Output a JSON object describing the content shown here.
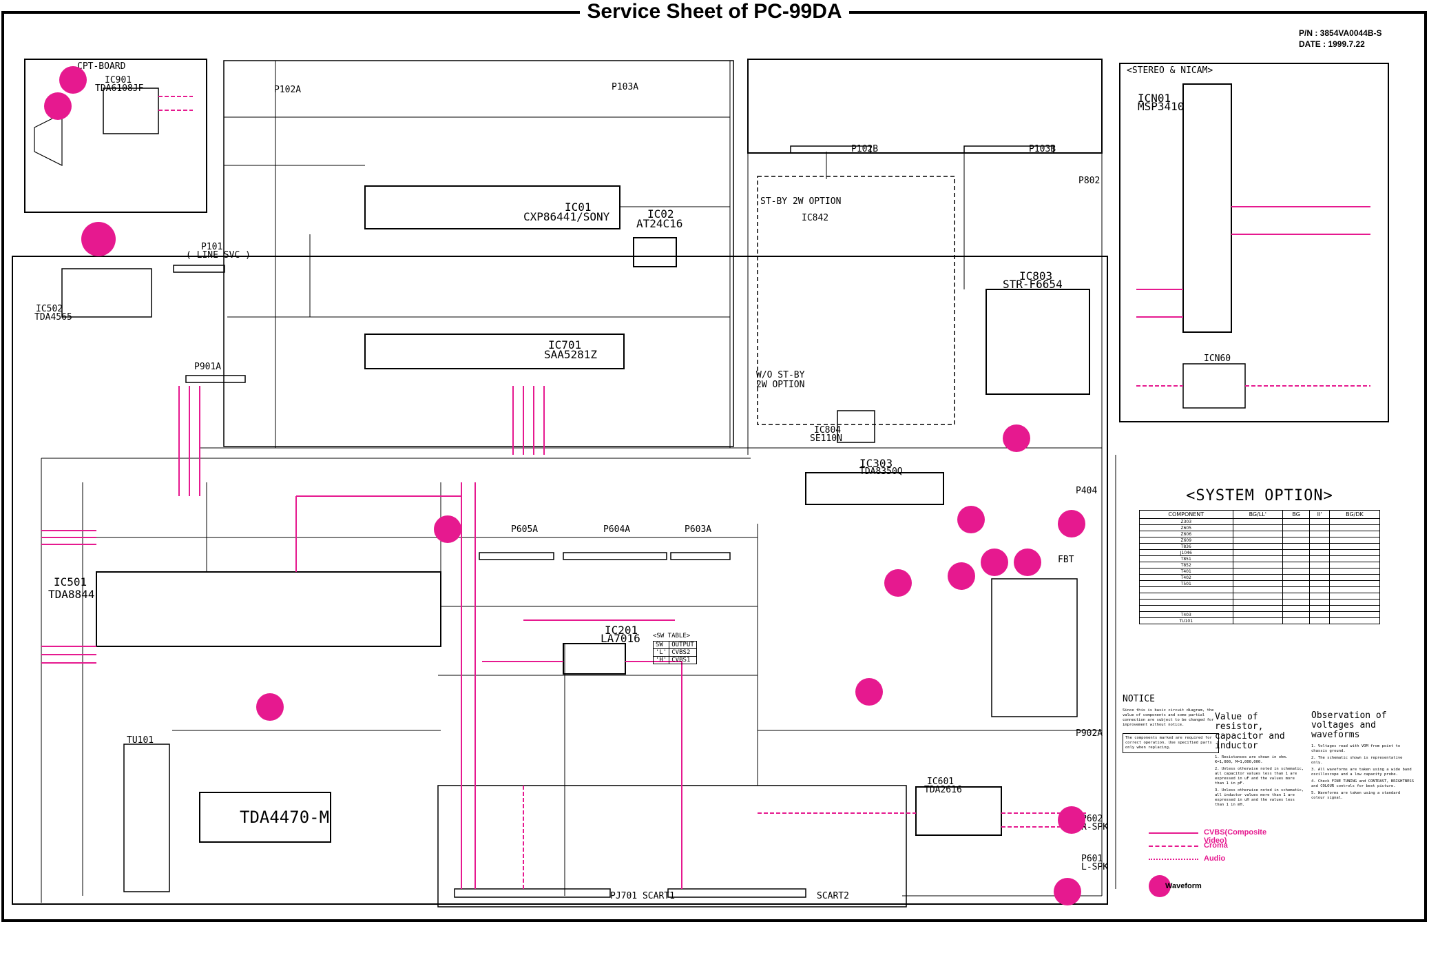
{
  "title": "Service Sheet of PC-99DA",
  "part_number": "P/N : 3854VA0044B-S",
  "date": "DATE : 1999.7.22",
  "blocks": {
    "cpt_board": "CPT-BOARD",
    "ic901": "IC901",
    "ic901_part": "TDA6108JF",
    "ic502": "IC502",
    "ic502_part": "TDA4565",
    "p101": "P101",
    "line_svc": "( LINE SVC )",
    "p102a": "P102A",
    "p103a": "P103A",
    "ic01": "IC01",
    "ic01_part": "CXP86441/SONY",
    "ic02": "IC02",
    "ic02_part": "AT24C16",
    "ic701": "IC701",
    "ic701_part": "SAA5281Z",
    "p901a": "P901A",
    "stby_option": "ST-BY 2W OPTION",
    "ic842": "IC842",
    "ic803": "IC803",
    "ic803_part": "STR-F6654",
    "wo_stby": "W/O ST-BY",
    "wo_stby2": "2W OPTION",
    "ic804": "IC804",
    "ic804_part": "SE110N",
    "stereo_nicam": "<STEREO & NICAM>",
    "icn01": "ICN01",
    "icn01_part": "MSP3410",
    "icn60": "ICN60",
    "p102b": "P102B",
    "p103b": "P103B",
    "p802": "P802",
    "ic501": "IC501",
    "ic501_part": "TDA8844",
    "ic303": "IC303",
    "ic303_part": "TDA8350Q",
    "p605a": "P605A",
    "p604a": "P604A",
    "p603a": "P603A",
    "p404": "P404",
    "fbt": "FBT",
    "ic201": "IC201",
    "ic201_part": "LA7016",
    "sw_table": "<SW TABLE>",
    "tu101": "TU101",
    "tda4470": "TDA4470-M",
    "ic601": "IC601",
    "ic601_part": "TDA2616",
    "p902a": "P902A",
    "p602": "P602",
    "r_spk": "R-SPK",
    "p601": "P601",
    "l_spk": "L-SPK",
    "scart1": "PJ701 SCART1",
    "scart2": "SCART2"
  },
  "sw_table": {
    "headers": [
      "SW",
      "OUTPUT"
    ],
    "rows": [
      [
        "'L'",
        "CVBS2"
      ],
      [
        "'H'",
        "CVBS1"
      ]
    ]
  },
  "system_option": {
    "title": "<SYSTEM OPTION>",
    "headers": [
      "COMPONENT",
      "BG/LL'",
      "BG",
      "II'",
      "BG/DK"
    ],
    "rows": [
      [
        "Z303",
        "",
        "",
        "",
        ""
      ],
      [
        "Z605",
        "",
        "",
        "",
        ""
      ],
      [
        "Z606",
        "",
        "",
        "",
        ""
      ],
      [
        "Z609",
        "",
        "",
        "",
        ""
      ],
      [
        "T836",
        "",
        "",
        "",
        ""
      ],
      [
        "J1046",
        "",
        "",
        "",
        ""
      ],
      [
        "T851",
        "",
        "",
        "",
        ""
      ],
      [
        "T852",
        "",
        "",
        "",
        ""
      ],
      [
        "T401",
        "",
        "",
        "",
        ""
      ],
      [
        "T402",
        "",
        "",
        "",
        ""
      ],
      [
        "T501",
        "",
        "",
        "",
        ""
      ],
      [
        "",
        "",
        "",
        "",
        ""
      ],
      [
        "",
        "",
        "",
        "",
        ""
      ],
      [
        "",
        "",
        "",
        "",
        ""
      ],
      [
        "",
        "",
        "",
        "",
        ""
      ],
      [
        "T403",
        "",
        "",
        "",
        ""
      ],
      [
        "TU101",
        "",
        "",
        "",
        ""
      ]
    ]
  },
  "notice": {
    "title": "NOTICE",
    "text": "Since this is basic circuit diagram, the value of components and some partial connection are subject to be changed for improvement without notice.",
    "box": "The components marked are required for correct operation. Use specified parts only when replacing."
  },
  "resistor_note": {
    "title": "Value of resistor, capacitor and inductor",
    "items": [
      "1. Resistances are shown in ohm. K=1,000, M=1,000,000.",
      "2. Unless otherwise noted in schematic, all capacitor values less than 1 are expressed in uF and the values more than 1 in pF.",
      "3. Unless otherwise noted in schematic, all inductor values more than 1 are expressed in uH and the values less than 1 in mH."
    ]
  },
  "observation_note": {
    "title": "Observation of voltages and waveforms",
    "items": [
      "1. Voltages read with VOM from point to chassis ground.",
      "2. The schematic shown is representative only.",
      "3. All waveforms are taken using a wide band oscilloscope and a low capacity probe.",
      "4. Check FINE TUNING and CONTRAST, BRIGHTNESS and COLOUR controls for best picture.",
      "5. Waveforms are taken using a standard colour signal."
    ]
  },
  "legend": {
    "cvbs": "CVBS(Composite Video)",
    "croma": "Croma",
    "audio": "Audio",
    "waveform": "Waveform"
  },
  "colors": {
    "signal": "#e6198f",
    "line": "#000000"
  }
}
